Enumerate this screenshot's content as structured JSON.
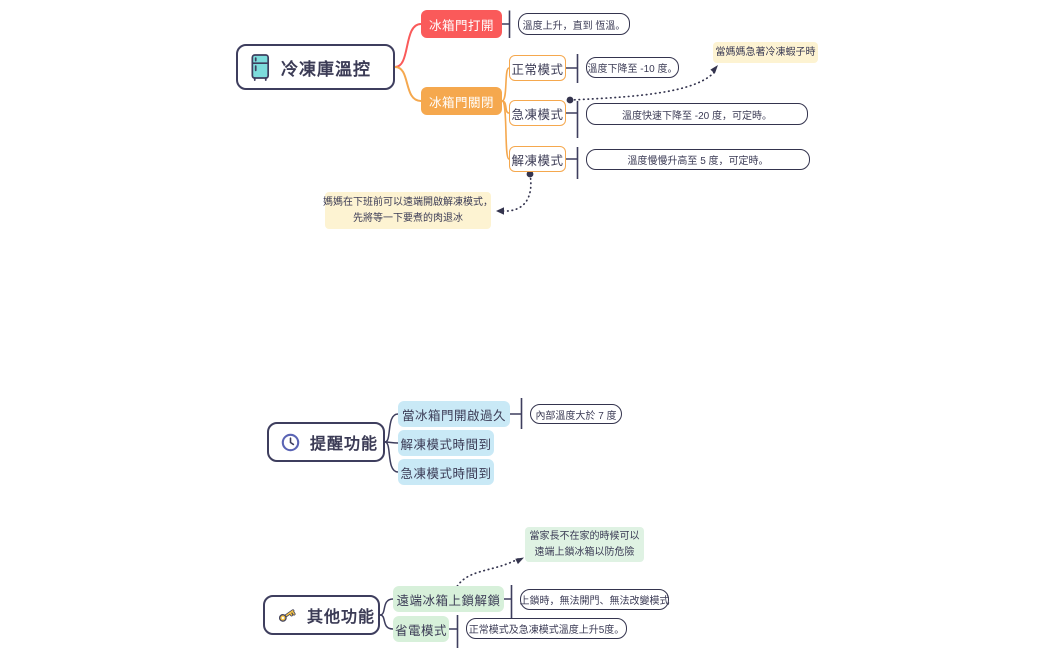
{
  "freezer": {
    "root": "冷凍庫溫控",
    "door_open": {
      "label": "冰箱門打開",
      "detail": "溫度上升，直到 恆溫。"
    },
    "door_closed": {
      "label": "冰箱門關閉"
    },
    "normal_mode": {
      "label": "正常模式",
      "detail": "溫度下降至 -10 度。"
    },
    "quick_freeze_mode": {
      "label": "急凍模式",
      "detail": "溫度快速下降至 -20 度，可定時。"
    },
    "defrost_mode": {
      "label": "解凍模式",
      "detail": "溫度慢慢升高至 5 度，可定時。"
    },
    "note_shrimp": "當媽媽急著冷凍蝦子時",
    "note_defrost": [
      "媽媽在下班前可以遠端開啟解凍模式，",
      "先將等一下要煮的肉退冰"
    ]
  },
  "reminder": {
    "root": "提醒功能",
    "door_too_long": {
      "label": "當冰箱門開啟過久",
      "detail": "內部溫度大於 7 度"
    },
    "defrost_timer": {
      "label": "解凍模式時間到"
    },
    "quick_freeze_timer": {
      "label": "急凍模式時間到"
    }
  },
  "other": {
    "root": "其他功能",
    "remote_lock": {
      "label": "遠端冰箱上鎖解鎖",
      "detail": "上鎖時，無法開門、無法改變模式"
    },
    "power_saving": {
      "label": "省電模式",
      "detail": "正常模式及急凍模式溫度上升5度。"
    },
    "note_lock": [
      "當家長不在家的時候可以",
      "遠端上鎖冰箱以防危險"
    ]
  },
  "icons": {
    "freezer_root": "fridge-icon",
    "reminder_root": "clock-icon",
    "other_root": "key-icon"
  },
  "colors": {
    "navy": "#3e3e5e",
    "red": "#fa5a5a",
    "orange": "#f5a84e",
    "light_blue": "#c9e9f6",
    "light_green": "#d7f0da",
    "note_yellow": "#fdf3d2",
    "note_green": "#dff2e3",
    "icon_teal": "#7ddcdc",
    "icon_indigo": "#5a64b4",
    "icon_gold": "#f6c445"
  }
}
